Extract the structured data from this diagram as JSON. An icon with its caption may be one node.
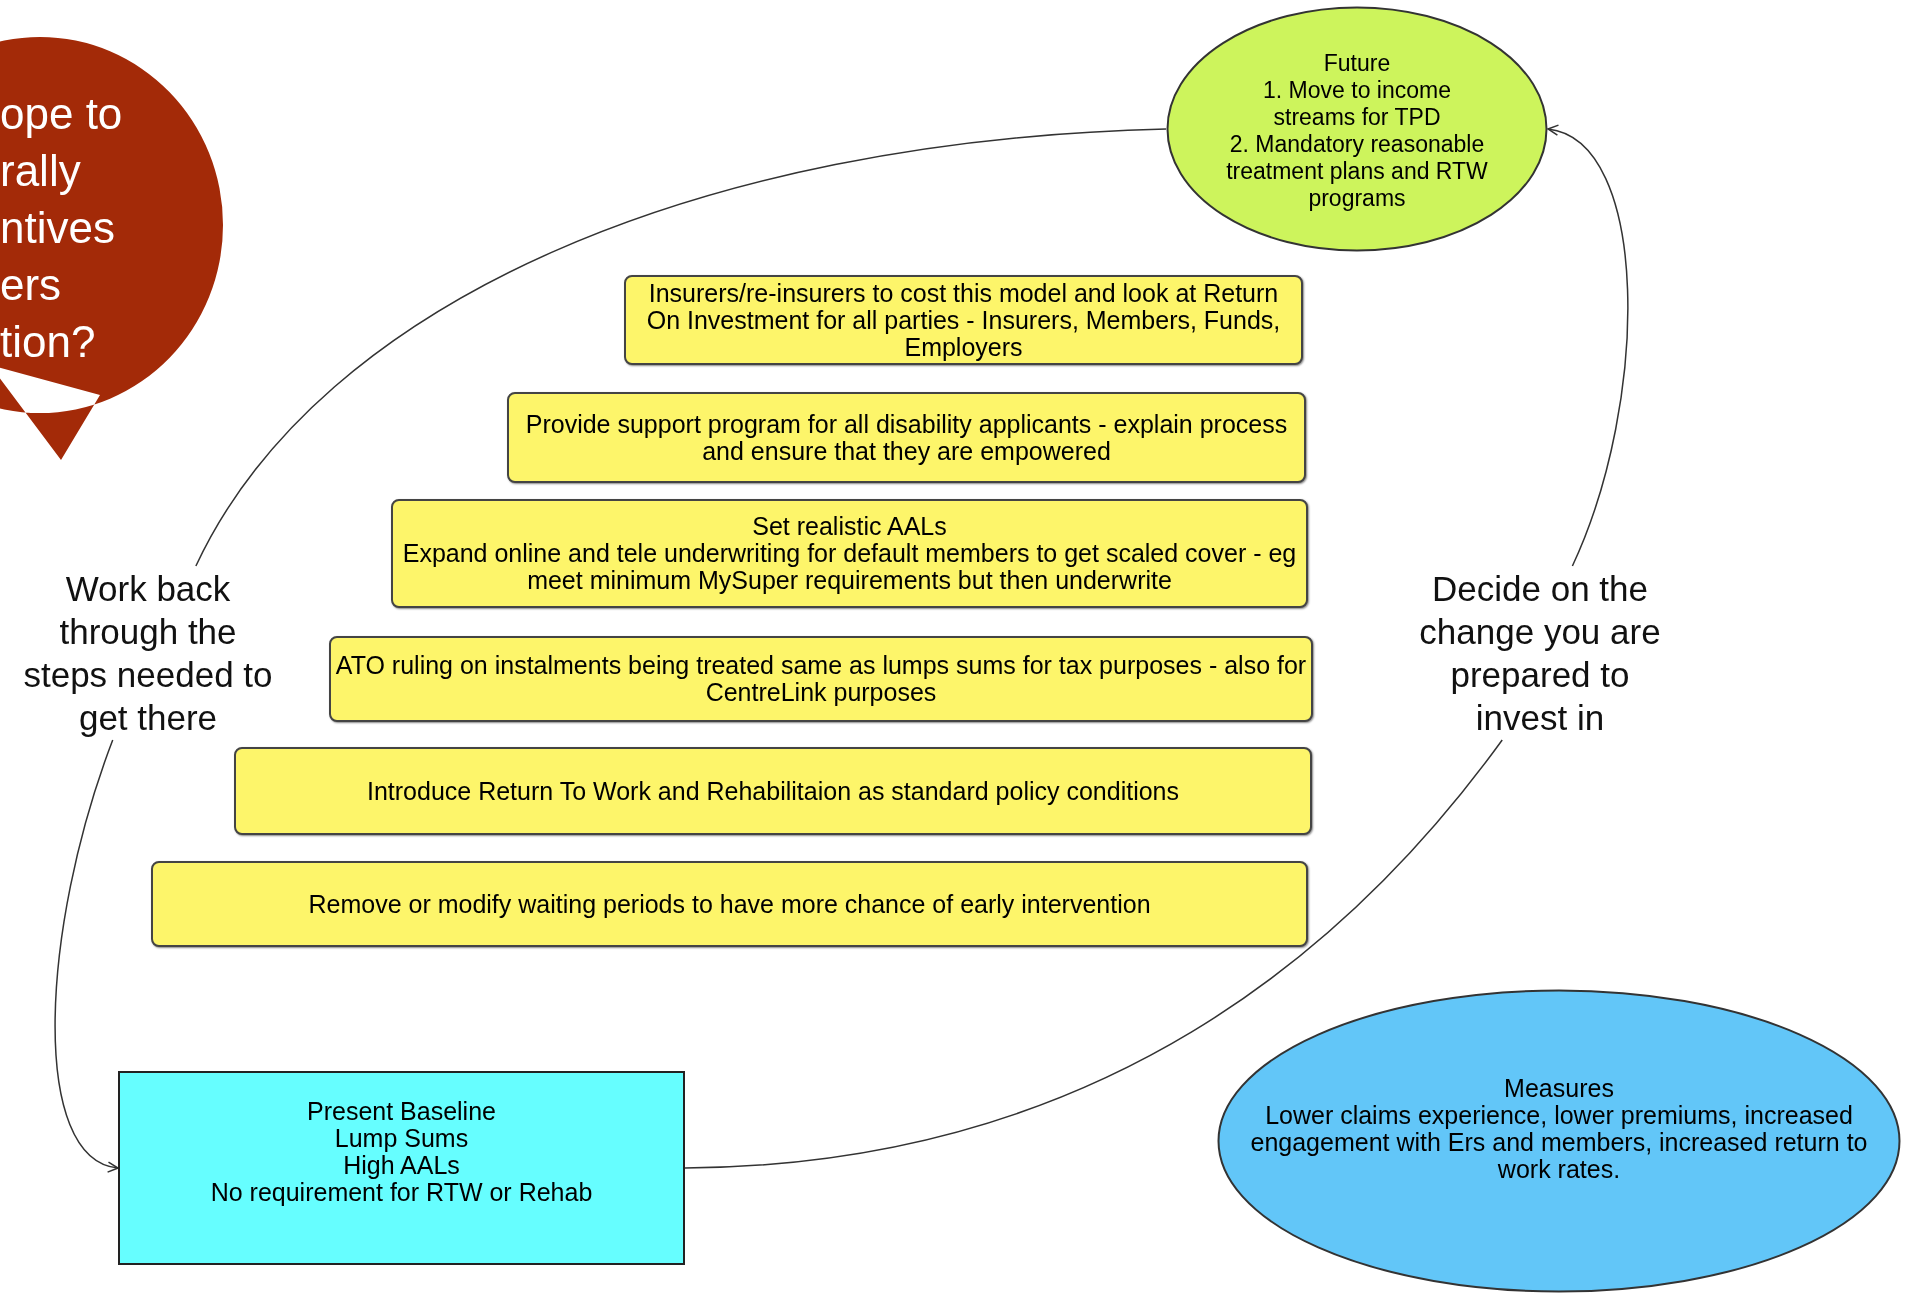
{
  "diagram": {
    "nodes": [
      {
        "text": [
          "ope to rally ntives ers tion?"
        ]
      },
      {
        "text": [
          "Future",
          "1. Move to income streams for TPD",
          "2. Mandatory reasonable treatment plans and RTW programs"
        ]
      },
      {
        "text": [
          "Insurers/re-insurers to cost this model and look at Return On Investment for all parties - Insurers, Members, Funds, Employers"
        ]
      },
      {
        "text": [
          "Provide support program for all disability applicants - explain process and ensure that they are empowered"
        ]
      },
      {
        "text": [
          "Set realistic AALs",
          "Expand online and tele underwriting for default members to get scaled cover - eg meet minimum MySuper requirements but then underwrite"
        ]
      },
      {
        "text": [
          "ATO ruling on instalments being treated same as lumps sums for tax purposes - also for CentreLink purposes"
        ]
      },
      {
        "text": [
          "Introduce Return To Work and Rehabilitaion as standard policy conditions"
        ]
      },
      {
        "text": [
          "Remove or modify waiting periods to have more chance of early intervention"
        ]
      },
      {
        "text": [
          "Work back through the steps needed to get there"
        ]
      },
      {
        "text": [
          "Decide on the change you are prepared to invest in"
        ]
      },
      {
        "text": [
          "Present Baseline",
          "Lump Sums",
          "High AALs",
          "No requirement for RTW or Rehab"
        ]
      },
      {
        "text": [
          "Measures",
          "Lower claims experience, lower premiums, increased engagement with Ers and members, increased return to work rates."
        ]
      }
    ],
    "edges": [
      {
        "from": 1,
        "to": 8,
        "arrow": "none"
      },
      {
        "from": 8,
        "to": 10,
        "arrow": "to"
      },
      {
        "from": 10,
        "to": 9,
        "arrow": "none"
      },
      {
        "from": 9,
        "to": 1,
        "arrow": "to"
      }
    ]
  }
}
